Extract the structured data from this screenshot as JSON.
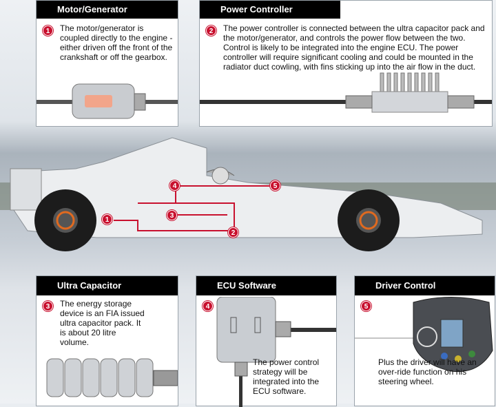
{
  "panels": {
    "motor": {
      "title": "Motor/Generator",
      "number": "1",
      "text": "The motor/generator is coupled directly to the engine - either driven off the front of the crankshaft or off the gearbox."
    },
    "controller": {
      "title": "Power Controller",
      "number": "2",
      "text": "The power controller is connected between the ultra capacitor pack and the motor/generator, and controls the power flow between the two. Control is likely to be integrated into the engine ECU. The power controller will require significant cooling and could be mounted in the radiator duct cowling, with fins sticking up into the air flow in the duct."
    },
    "capacitor": {
      "title": "Ultra Capacitor",
      "number": "3",
      "text": "The energy storage device is an FIA issued ultra capacitor pack. It is about 20 litre volume."
    },
    "ecu": {
      "title": "ECU Software",
      "number": "4",
      "text": "The power control strategy will be integrated into the ECU software."
    },
    "driver": {
      "title": "Driver Control",
      "number": "5",
      "text": "Plus the driver will have an over-ride function on his steering wheel."
    }
  },
  "car_markers": [
    "1",
    "2",
    "3",
    "4",
    "5"
  ],
  "colors": {
    "accent": "#c8102e",
    "header": "#000000"
  }
}
